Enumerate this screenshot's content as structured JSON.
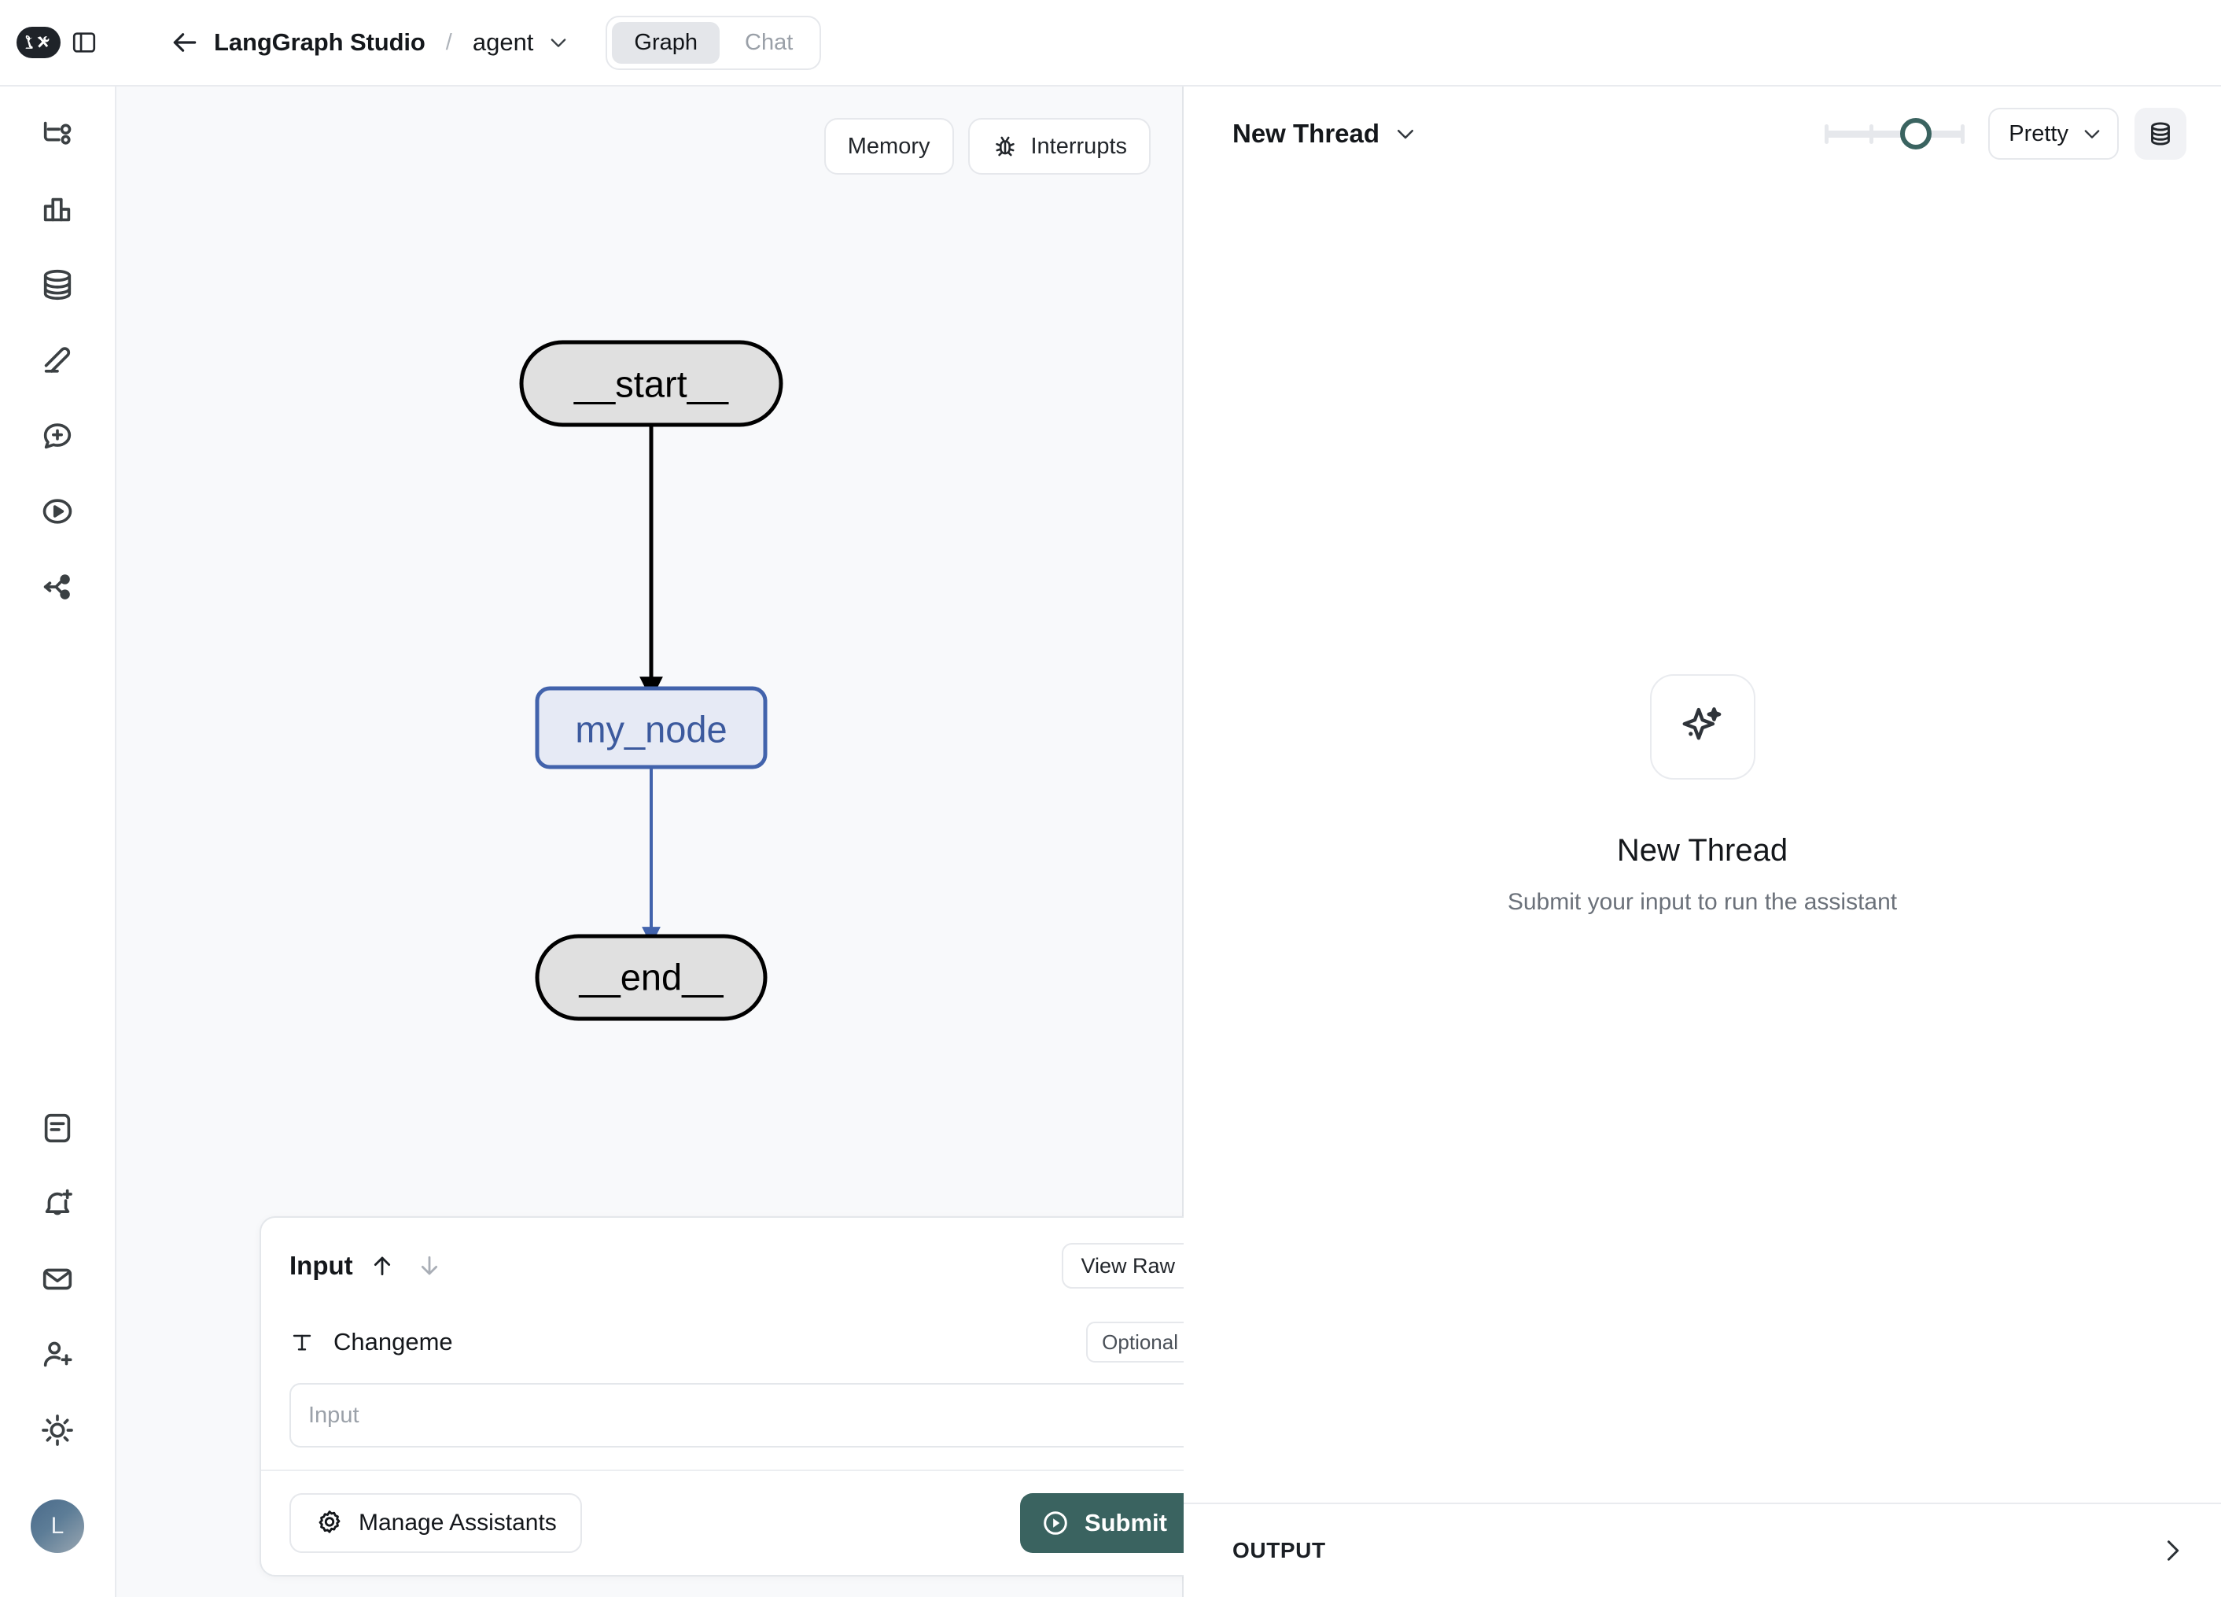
{
  "app": {
    "logo_icon": "langchain-parrot-tools-logo",
    "panel_toggle_icon": "sidebar-panel-toggle-icon"
  },
  "header": {
    "back_icon": "arrow-left-icon",
    "title": "LangGraph Studio",
    "separator": "/",
    "graph_name": "agent",
    "graph_name_chevron_icon": "chevron-down-icon",
    "tabs": [
      {
        "label": "Graph",
        "active": true
      },
      {
        "label": "Chat",
        "active": false
      }
    ]
  },
  "sidebar": {
    "items": [
      {
        "icon": "graph-branch-icon",
        "name": "tracing"
      },
      {
        "icon": "bar-chart-icon",
        "name": "monitoring"
      },
      {
        "icon": "database-icon",
        "name": "datasets"
      },
      {
        "icon": "pencil-icon",
        "name": "annotation-queues"
      },
      {
        "icon": "chat-plus-icon",
        "name": "prompts"
      },
      {
        "icon": "play-circle-icon",
        "name": "playground"
      },
      {
        "icon": "share-nodes-icon",
        "name": "deployments"
      }
    ],
    "bottom_items": [
      {
        "icon": "notes-document-icon",
        "name": "docs"
      },
      {
        "icon": "bell-plus-icon",
        "name": "alerts"
      },
      {
        "icon": "envelope-icon",
        "name": "inbox"
      },
      {
        "icon": "user-plus-icon",
        "name": "invite-member"
      },
      {
        "icon": "sun-icon",
        "name": "theme-toggle"
      }
    ],
    "avatar_initial": "L"
  },
  "canvas": {
    "toolbar": [
      {
        "label": "Memory",
        "icon": null
      },
      {
        "label": "Interrupts",
        "icon": "bug-icon"
      }
    ],
    "graph": {
      "nodes": [
        {
          "id": "start",
          "label": "__start__",
          "shape": "pill",
          "fill": "#e0e0e0",
          "stroke": "#000000",
          "text_color": "#000000"
        },
        {
          "id": "my_node",
          "label": "my_node",
          "shape": "rounded-rect",
          "fill": "#e6eaf5",
          "stroke": "#4263ac",
          "text_color": "#3c5a9e"
        },
        {
          "id": "end",
          "label": "__end__",
          "shape": "pill",
          "fill": "#e0e0e0",
          "stroke": "#000000",
          "text_color": "#000000"
        }
      ],
      "edges": [
        {
          "from": "start",
          "to": "my_node",
          "color": "#000000"
        },
        {
          "from": "my_node",
          "to": "end",
          "color": "#4263ac"
        }
      ]
    }
  },
  "input_panel": {
    "title": "Input",
    "sort_up_icon": "arrow-up-icon",
    "sort_down_icon": "arrow-down-icon",
    "view_raw_label": "View Raw",
    "collapse_icon": "chevron-down-icon",
    "field": {
      "type_icon": "text-type-icon",
      "label": "Changeme",
      "badge": "Optional",
      "badge_chevron_icon": "chevron-down-icon",
      "value": "",
      "placeholder": "Input"
    },
    "footer": {
      "manage_icon": "gear-icon",
      "manage_label": "Manage Assistants",
      "submit_icon": "play-circle-icon",
      "submit_label": "Submit",
      "submit_menu_icon": "chevron-down-icon",
      "submit_color": "#3a6360"
    }
  },
  "thread_panel": {
    "thread_name": "New Thread",
    "thread_chevron_icon": "chevron-down-icon",
    "slider": {
      "ticks": 4,
      "value": 3,
      "accent": "#3a6360"
    },
    "format_select": {
      "value": "Pretty",
      "chevron_icon": "chevron-down-icon"
    },
    "db_toggle_icon": "database-icon",
    "empty_state": {
      "icon": "sparkles-icon",
      "title": "New Thread",
      "subtitle": "Submit your input to run the assistant"
    },
    "output": {
      "label": "OUTPUT",
      "expand_icon": "chevron-right-icon"
    }
  }
}
